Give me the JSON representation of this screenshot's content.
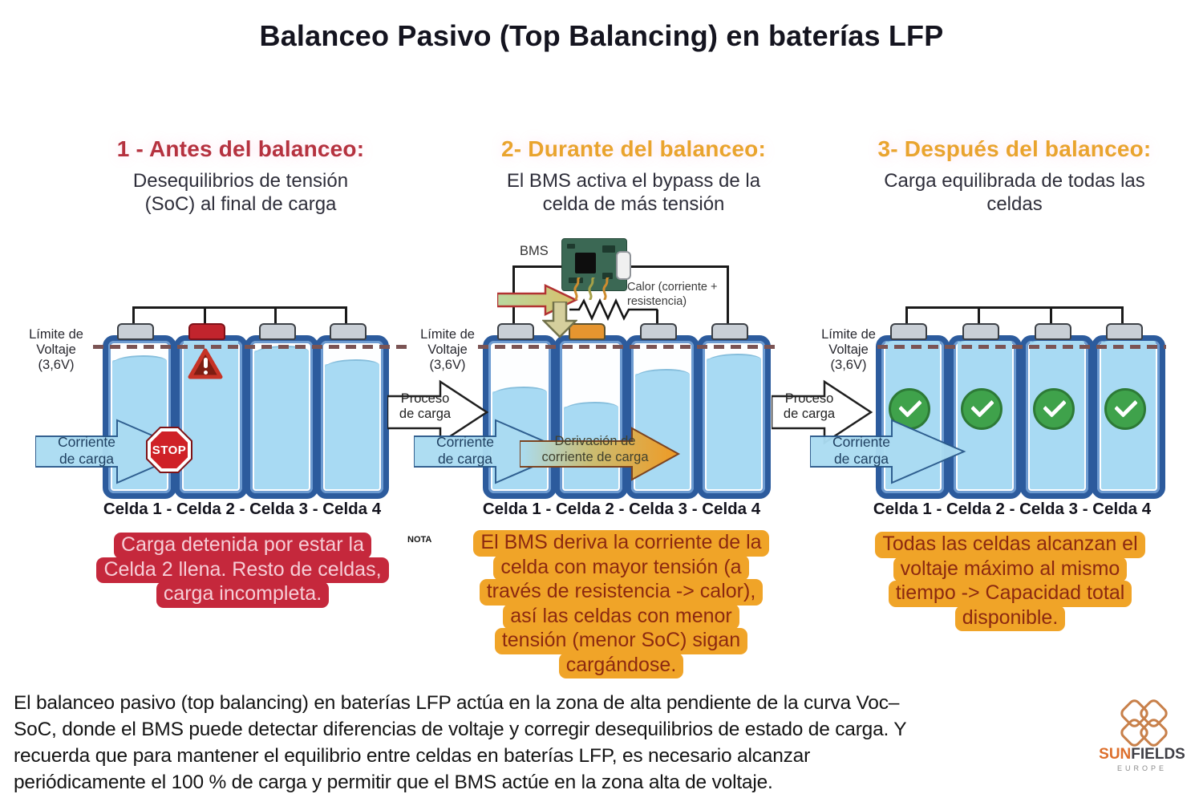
{
  "title": "Balanceo Pasivo (Top Balancing) en baterías LFP",
  "columns": [
    {
      "heading": "1 - Antes del balanceo:",
      "subtitle": "Desequilibrios de tensión\n(SoC) al final de carga",
      "limit_label": "Límite de\nVoltaje\n(3,6V)",
      "cells_label": "Celda 1 - Celda 2 - Celda 3 - Celda 4",
      "note_lines": [
        "Carga detenida por estar la",
        "Celda 2 llena. Resto de celdas,",
        "carga incompleta."
      ]
    },
    {
      "heading": "2- Durante del balanceo:",
      "subtitle": "El BMS activa el bypass de la\ncelda de más tensión",
      "limit_label": "Límite de\nVoltaje\n(3,6V)",
      "cells_label": "Celda 1 - Celda 2 - Celda 3 - Celda 4",
      "bms_label": "BMS",
      "calor_label": "Calor (corriente +\nresistencia)",
      "derivacion_label": "Derivación de\ncorriente de carga",
      "note_label": "NOTA",
      "note_lines": [
        "El BMS deriva la corriente de la",
        "celda con mayor tensión (a",
        "través de resistencia -> calor),",
        "así las celdas con menor",
        "tensión (menor SoC) sigan",
        "cargándose."
      ]
    },
    {
      "heading": "3- Después del balanceo:",
      "subtitle": "Carga equilibrada de todas las\nceldas",
      "limit_label": "Límite de\nVoltaje\n(3,6V)",
      "cells_label": "Celda 1 - Celda 2 - Celda 3 - Celda 4",
      "note_lines": [
        "Todas las celdas alcanzan el",
        "voltaje máximo al mismo",
        "tiempo -> Capacidad total",
        "disponible."
      ]
    }
  ],
  "labels": {
    "proceso": "Proceso\nde carga",
    "corriente": "Corriente\nde carga",
    "stop": "STOP"
  },
  "diagram": {
    "voltage_limit": "3,6V",
    "fills_percent": {
      "before": [
        85,
        100,
        91,
        82
      ],
      "during": [
        64,
        54,
        76,
        86
      ],
      "after": [
        97,
        97,
        97,
        97
      ]
    }
  },
  "footer": {
    "paragraph": "El balanceo pasivo (top balancing) en baterías LFP actúa en la zona de alta pendiente de la curva Voc–\nSoC, donde el BMS puede detectar diferencias de voltaje y corregir desequilibrios de estado de carga. Y\nrecuerda que para mantener el equilibrio entre celdas en baterías LFP, es necesario alcanzar\nperiódicamente el 100 % de carga y permitir que el BMS actúe en la zona alta de voltaje.",
    "logo_sun": "SUN",
    "logo_fields": "FIELDS",
    "logo_europe": "EUROPE"
  },
  "colors": {
    "heading_red": "#b5323f",
    "heading_orange": "#e9a42e",
    "note_red_bg": "#c5283c",
    "note_orange_bg": "#f0a428",
    "battery_border": "#2c5b9d",
    "water_blue": "#a8daf3",
    "stop_red": "#cf2127",
    "check_green": "#3fa24b",
    "limit_line_brown": "#7b5454"
  }
}
